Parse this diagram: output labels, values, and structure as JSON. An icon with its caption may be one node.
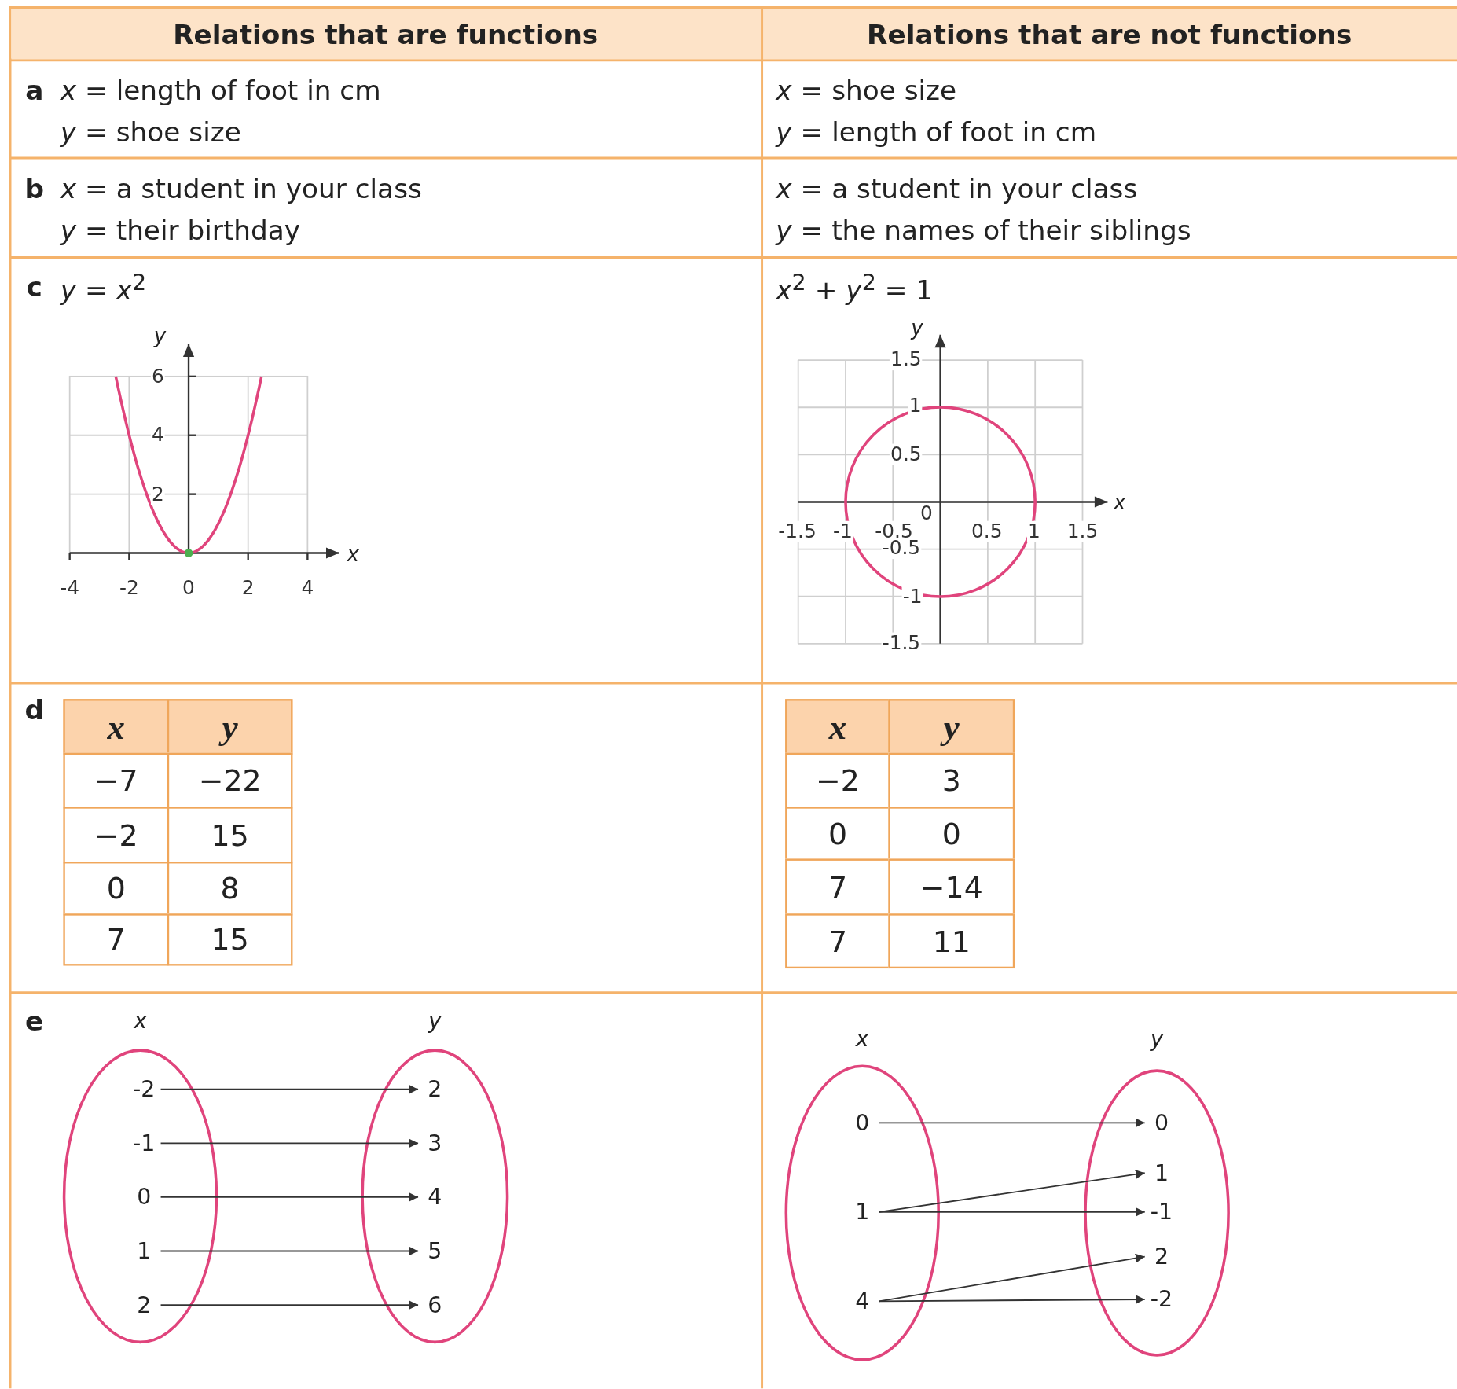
{
  "diagram": {
    "nodes": [
      {
        "text": [
          "x"
        ]
      },
      {
        "text": [
          "-2"
        ],
        "in": 0
      },
      {
        "text": [
          "-1"
        ],
        "in": 0
      },
      {
        "text": [
          "0"
        ],
        "in": 0
      },
      {
        "text": [
          "1"
        ],
        "in": 0
      },
      {
        "text": [
          "2"
        ],
        "in": 0
      },
      {
        "text": [
          "y"
        ]
      },
      {
        "text": [
          "2"
        ],
        "in": 6
      },
      {
        "text": [
          "3"
        ],
        "in": 6
      },
      {
        "text": [
          "4"
        ],
        "in": 6
      },
      {
        "text": [
          "5"
        ],
        "in": 6
      },
      {
        "text": [
          "6"
        ],
        "in": 6
      },
      {
        "text": [
          "x"
        ]
      },
      {
        "text": [
          "0"
        ],
        "in": 12
      },
      {
        "text": [
          "1"
        ],
        "in": 12
      },
      {
        "text": [
          "4"
        ],
        "in": 12
      },
      {
        "text": [
          "y"
        ]
      },
      {
        "text": [
          "0"
        ],
        "in": 16
      },
      {
        "text": [
          "1"
        ],
        "in": 16
      },
      {
        "text": [
          "-1"
        ],
        "in": 16
      },
      {
        "text": [
          "2"
        ],
        "in": 16
      },
      {
        "text": [
          "-2"
        ],
        "in": 16
      }
    ],
    "edges": [
      {
        "from": 1,
        "to": 7,
        "arrow": "to"
      },
      {
        "from": 2,
        "to": 8,
        "arrow": "to"
      },
      {
        "from": 3,
        "to": 9,
        "arrow": "to"
      },
      {
        "from": 4,
        "to": 10,
        "arrow": "to"
      },
      {
        "from": 5,
        "to": 11,
        "arrow": "to"
      },
      {
        "from": 13,
        "to": 17,
        "arrow": "to"
      },
      {
        "from": 14,
        "to": 18,
        "arrow": "to"
      },
      {
        "from": 14,
        "to": 19,
        "arrow": "to"
      },
      {
        "from": 15,
        "to": 20,
        "arrow": "to"
      },
      {
        "from": 15,
        "to": 21,
        "arrow": "to"
      }
    ],
    "labels": [
      "Relations that are functions",
      "Relations that are not functions",
      "a",
      "*x* = length of foot in cm",
      "*y* = shoe size",
      "*x* = shoe size",
      "*y* = length of foot in cm",
      "b",
      "*x* = a student in your class",
      "*y* = their birthday",
      "*x* = a student in your class",
      "*y* = the names of their siblings",
      "c",
      "*y* = *x*$^{2}$",
      "*x*$^{2}$ + *y*$^{2}$ = 1",
      "y",
      "6",
      "4",
      "2",
      "x",
      "-4",
      "-2",
      "0",
      "2",
      "4",
      "y",
      "1.5",
      "1",
      "0.5",
      "x",
      "-1.5",
      "-1",
      "-0.5",
      "0",
      "0.5",
      "1",
      "1.5",
      "-0.5",
      "-1",
      "-1.5",
      "d",
      "x",
      "y",
      "−7",
      "−22",
      "−2",
      "15",
      "0",
      "8",
      "7",
      "15",
      "x",
      "y",
      "−2",
      "3",
      "0",
      "0",
      "7",
      "−14",
      "7",
      "11",
      "e"
    ]
  }
}
